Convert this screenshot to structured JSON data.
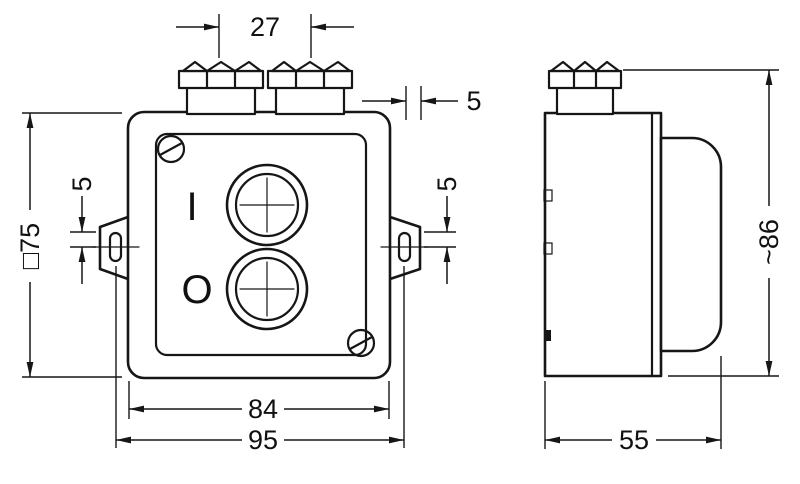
{
  "colors": {
    "ink": "#161616",
    "paper": "#ffffff"
  },
  "front_view": {
    "button_markings": {
      "on": "I",
      "off": "O"
    },
    "dimensions": {
      "gland_spacing": "27",
      "gland_edge_offset": "5",
      "square_side": "□75",
      "slot_offset_left": "5",
      "slot_offset_right": "5",
      "body_width": "84",
      "fixing_centers": "95"
    }
  },
  "side_view": {
    "dimensions": {
      "overall_height": "~86",
      "depth": "55"
    }
  }
}
